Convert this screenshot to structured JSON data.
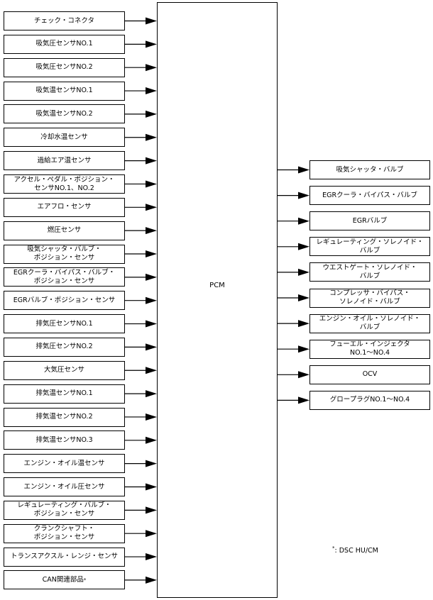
{
  "ecu": {
    "label": "PCM"
  },
  "inputs": [
    "チェック・コネクタ",
    "吸気圧センサNO.1",
    "吸気圧センサNO.2",
    "吸気温センサNO.1",
    "吸気温センサNO.2",
    "冷却水温センサ",
    "過給エア温センサ",
    "アクセル・ペダル・ポジション・\nセンサNO.1、NO.2",
    "エアフロ・センサ",
    "燃圧センサ",
    "吸気シャッタ・バルブ・\nポジション・センサ",
    "EGRクーラ・バイパス・バルブ・\nポジション・センサ",
    "EGRバルブ・ポジション・センサ",
    "排気圧センサNO.1",
    "排気圧センサNO.2",
    "大気圧センサ",
    "排気温センサNO.1",
    "排気温センサNO.2",
    "排気温センサNO.3",
    "エンジン・オイル温センサ",
    "エンジン・オイル圧センサ",
    "レギュレーティング・バルブ・\nポジション・センサ",
    "クランクシャフト・\nポジション・センサ",
    "トランスアクスル・レンジ・センサ",
    "CAN関連部品"
  ],
  "input_note_mark": "*",
  "outputs": [
    "吸気シャッタ・バルブ",
    "EGRクーラ・バイパス・バルブ",
    "EGRバルブ",
    "レギュレーティング・ソレノイド・\nバルブ",
    "ウエストゲート・ソレノイド・\nバルブ",
    "コンプレッサ・バイパス・\nソレノイド・バルブ",
    "エンジン・オイル・ソレノイド・\nバルブ",
    "フューエル・インジェクタ\nNO.1～NO.4",
    "OCV",
    "グロープラグNO.1～NO.4"
  ],
  "footnote": {
    "mark": "*",
    "text": ": DSC HU/CM"
  }
}
